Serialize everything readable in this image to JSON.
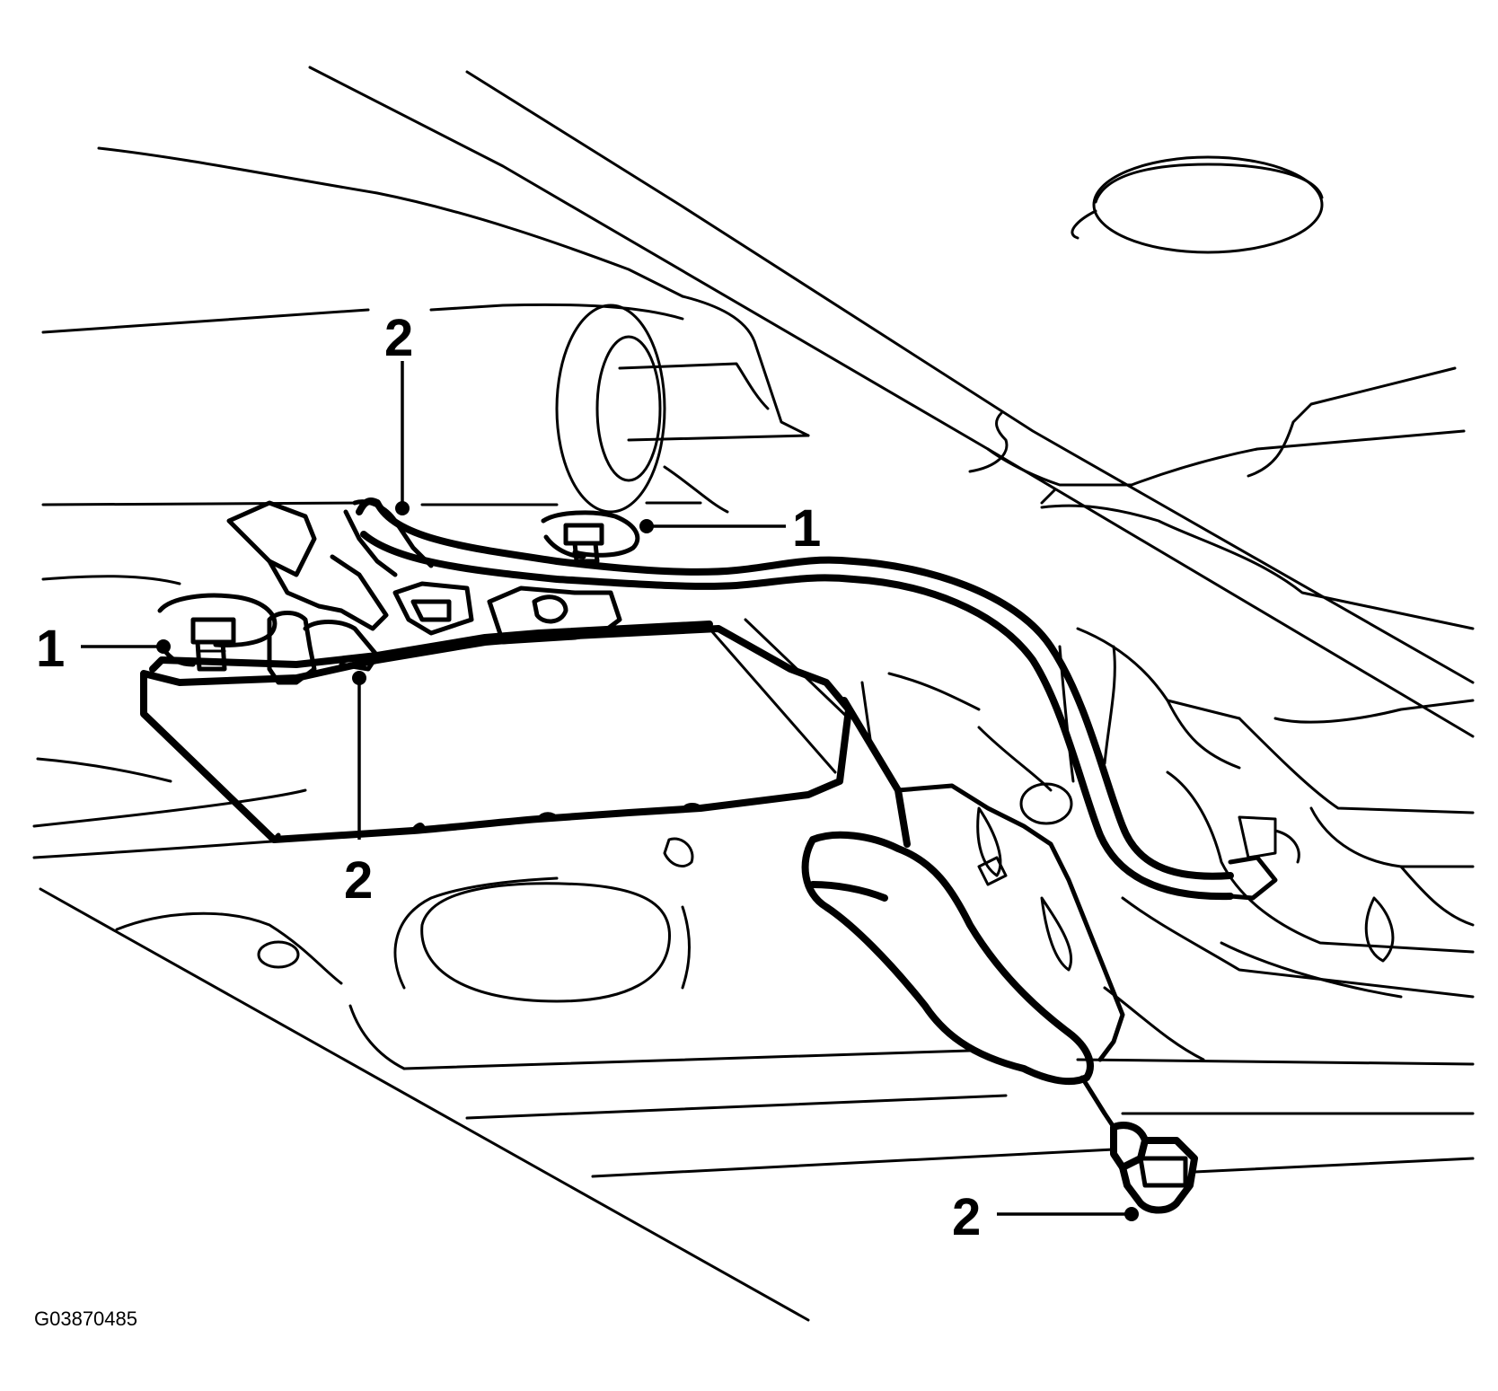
{
  "figure_id": "G03870485",
  "callouts": [
    {
      "id": "c1",
      "label": "2"
    },
    {
      "id": "c2",
      "label": "1"
    },
    {
      "id": "c3",
      "label": "1"
    },
    {
      "id": "c4",
      "label": "2"
    },
    {
      "id": "c5",
      "label": "2"
    }
  ]
}
